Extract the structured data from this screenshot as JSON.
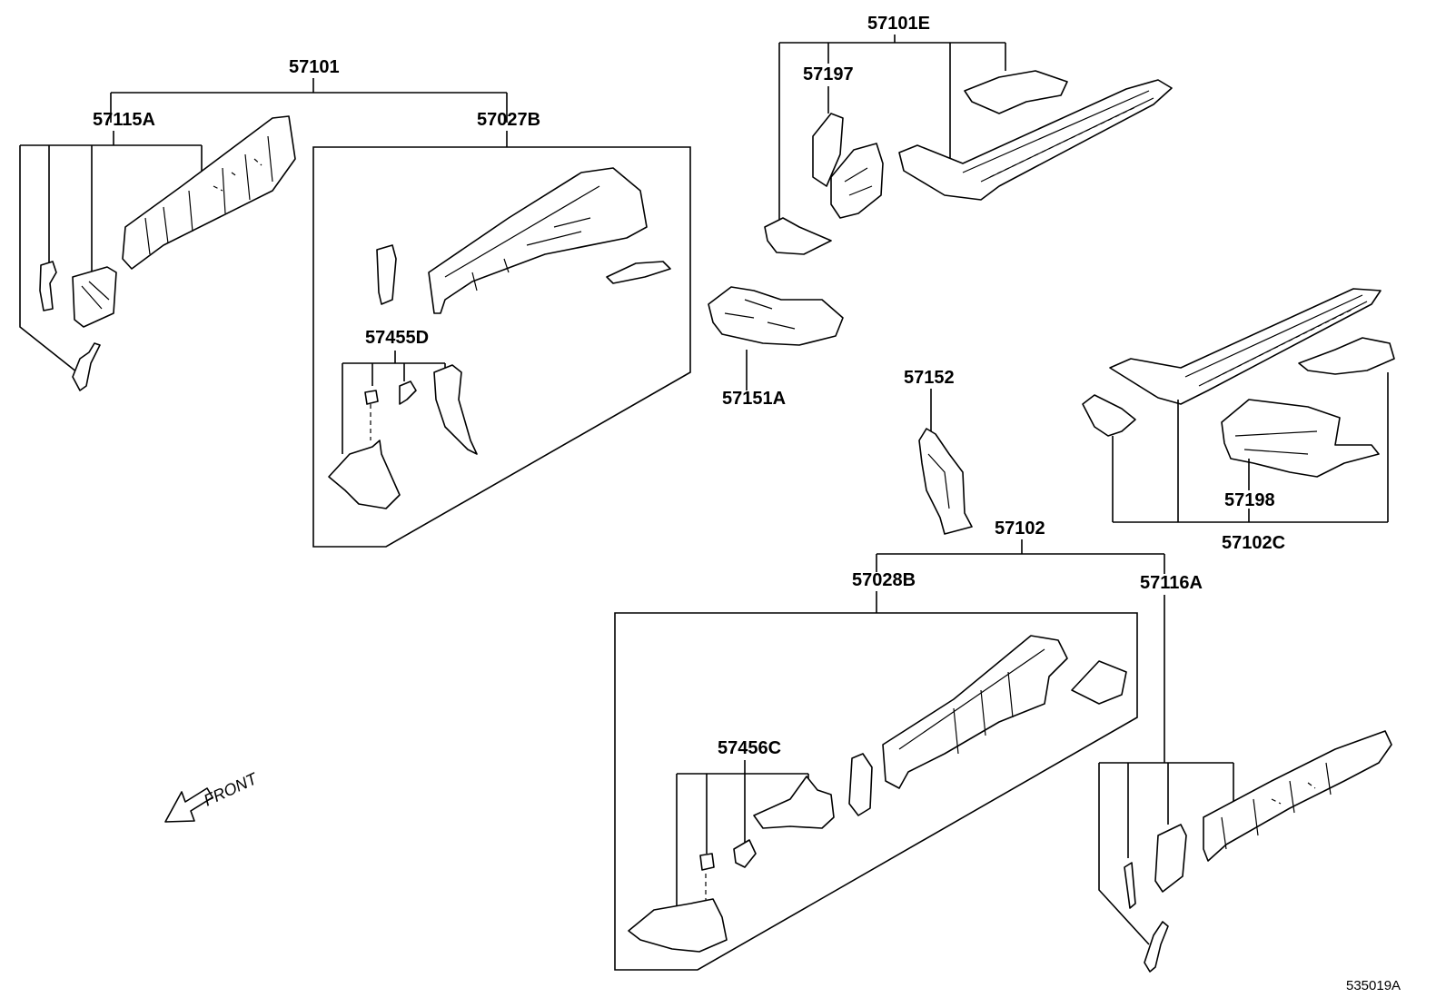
{
  "diagram": {
    "part_labels": {
      "p57101": "57101",
      "p57115A": "57115A",
      "p57027B": "57027B",
      "p57455D": "57455D",
      "p57101E": "57101E",
      "p57197": "57197",
      "p57151A": "57151A",
      "p57152": "57152",
      "p57198": "57198",
      "p57102C": "57102C",
      "p57102": "57102",
      "p57028B": "57028B",
      "p57116A": "57116A",
      "p57456C": "57456C"
    },
    "direction_label": "FRONT",
    "reference_code": "535019A"
  }
}
